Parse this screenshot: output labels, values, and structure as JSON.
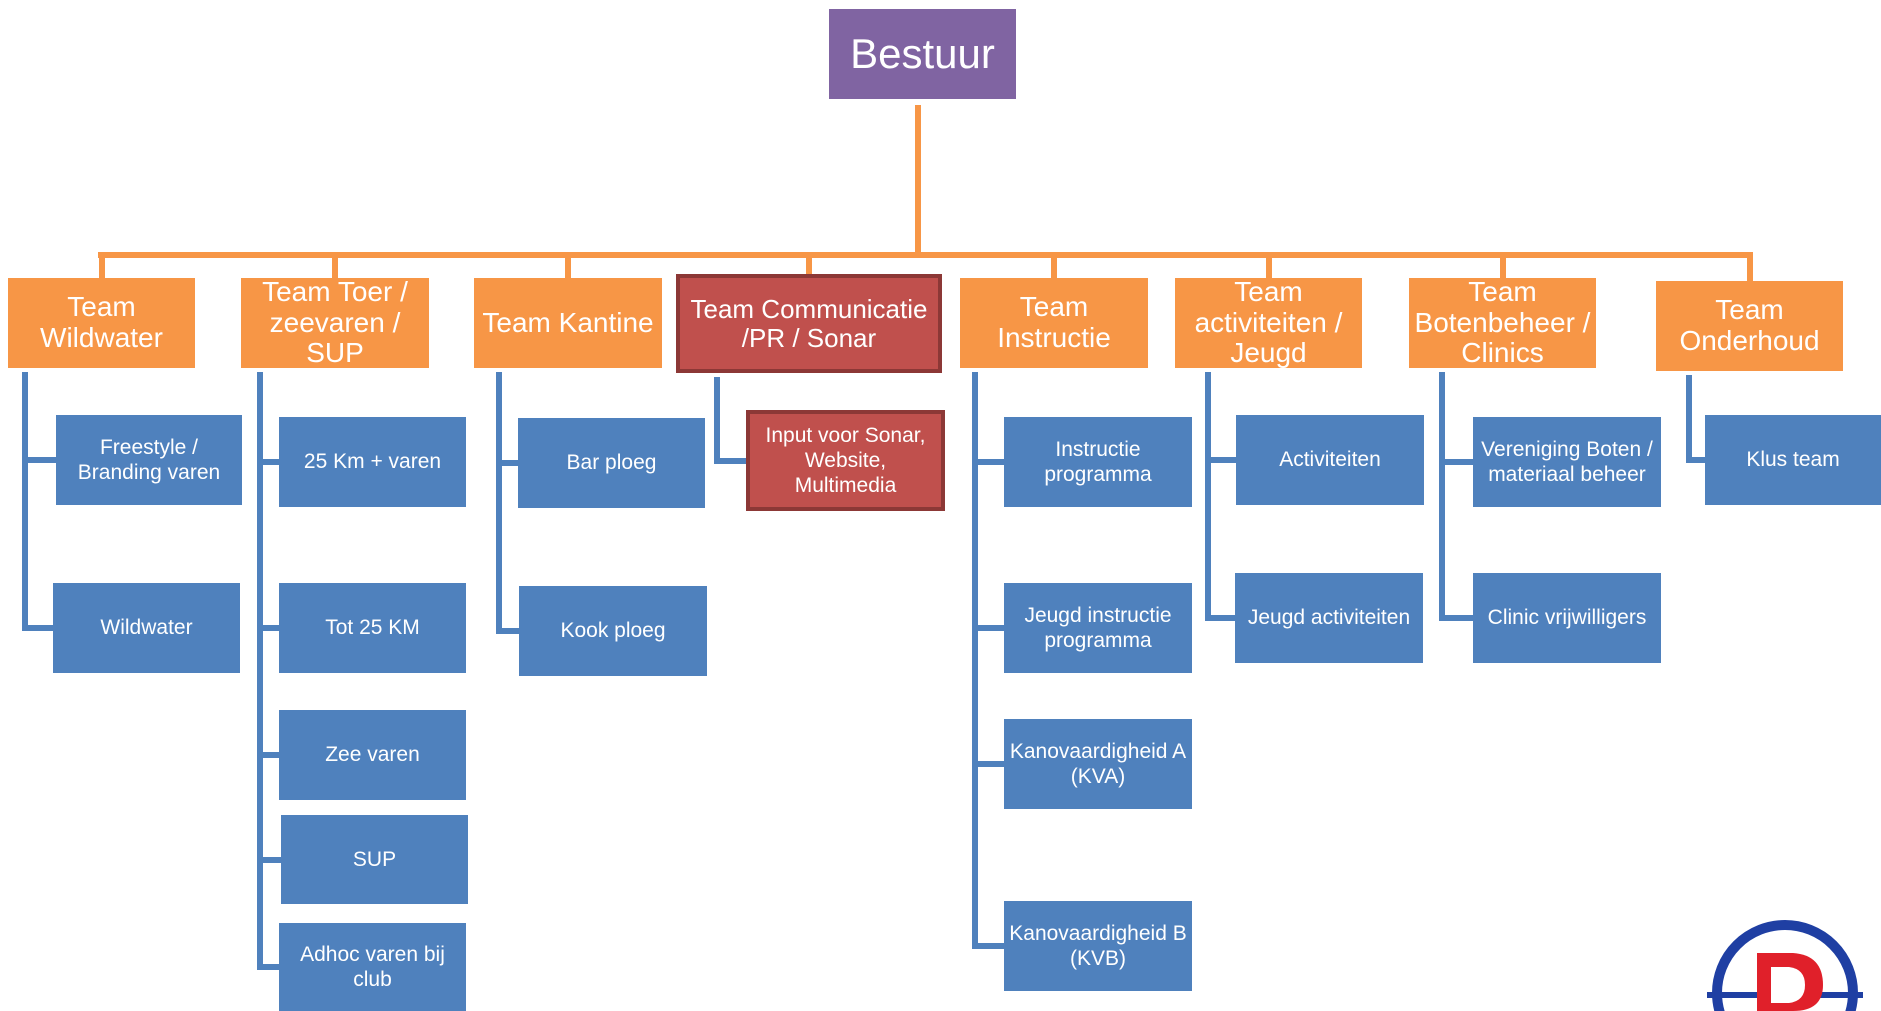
{
  "root": {
    "label": "Bestuur"
  },
  "teams": [
    {
      "label": "Team\nWildwater",
      "highlight": false,
      "subs": [
        {
          "label": "Freestyle /\nBranding varen"
        },
        {
          "label": "Wildwater"
        }
      ]
    },
    {
      "label": "Team Toer /\nzeevaren / SUP",
      "highlight": false,
      "subs": [
        {
          "label": "25 Km + varen"
        },
        {
          "label": "Tot 25 KM"
        },
        {
          "label": "Zee varen"
        },
        {
          "label": "SUP"
        },
        {
          "label": "Adhoc varen bij\nclub"
        }
      ]
    },
    {
      "label": "Team Kantine",
      "highlight": false,
      "subs": [
        {
          "label": "Bar ploeg"
        },
        {
          "label": "Kook ploeg"
        }
      ]
    },
    {
      "label": "Team Communicatie\n/PR / Sonar",
      "highlight": true,
      "subs": [
        {
          "label": "Input voor Sonar,\nWebsite,\nMultimedia"
        }
      ]
    },
    {
      "label": "Team\nInstructie",
      "highlight": false,
      "subs": [
        {
          "label": "Instructie\nprogramma"
        },
        {
          "label": "Jeugd instructie\nprogramma"
        },
        {
          "label": "Kanovaardigheid A\n(KVA)"
        },
        {
          "label": "Kanovaardigheid B\n(KVB)"
        }
      ]
    },
    {
      "label": "Team\nactiviteiten /\nJeugd",
      "highlight": false,
      "subs": [
        {
          "label": "Activiteiten"
        },
        {
          "label": "Jeugd activiteiten"
        }
      ]
    },
    {
      "label": "Team\nBotenbeheer /\nClinics",
      "highlight": false,
      "subs": [
        {
          "label": "Vereniging Boten /\nmateriaal beheer"
        },
        {
          "label": "Clinic  vrijwilligers"
        }
      ]
    },
    {
      "label": "Team\nOnderhoud",
      "highlight": false,
      "subs": [
        {
          "label": "Klus team"
        }
      ]
    }
  ],
  "logo": {
    "icon": "club-logo-icon",
    "letter": "D",
    "colors": {
      "ring": "#1f3fa3",
      "letter": "#e0202a"
    }
  },
  "colors": {
    "root": "#8064a2",
    "team": "#f79646",
    "sub": "#4f81bd",
    "highlight": "#c0504d"
  }
}
